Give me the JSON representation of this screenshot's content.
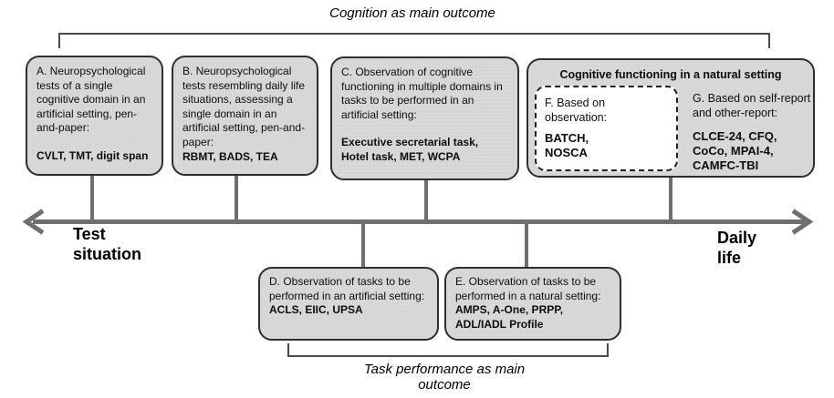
{
  "figure": {
    "top_bracket_label": "Cognition as main outcome",
    "bottom_bracket_label": "Task performance as main outcome",
    "axis": {
      "left_label": "Test situation",
      "right_label": "Daily life"
    },
    "boxes": {
      "a": {
        "description": "A. Neuropsychological tests of a single cognitive domain in an artificial setting, pen-and-paper:",
        "instruments": "CVLT, TMT, digit span"
      },
      "b": {
        "description": "B. Neuropsychological tests resembling daily life situations, assessing a single domain in an artificial setting, pen-and-paper:",
        "instruments": "RBMT, BADS, TEA"
      },
      "c": {
        "description": "C. Observation of cognitive functioning in multiple domains in tasks to be performed in an artificial setting:",
        "instruments": "Executive secretarial task, Hotel task, MET, WCPA"
      },
      "d": {
        "description": "D. Observation of tasks to be performed in an artificial setting:",
        "instruments": "ACLS, EIIC, UPSA"
      },
      "e": {
        "description": "E. Observation of tasks to be performed in a natural setting:",
        "instruments": "AMPS, A-One, PRPP, ADL/IADL Profile"
      },
      "natural_setting_group": {
        "title": "Cognitive functioning in a natural setting",
        "f": {
          "description": "F. Based on observation:",
          "instruments": "BATCH, NOSCA"
        },
        "g": {
          "description": "G. Based on self-report and other-report:",
          "instruments": "CLCE-24, CFQ, CoCo, MPAI-4, CAMFC-TBI"
        }
      }
    },
    "colors": {
      "box_fill": "#d8d8d8",
      "box_border": "#2e2e2e",
      "axis_gray": "#6f6f6f",
      "bracket_gray": "#4a4a4a",
      "f_box_fill": "#ffffff"
    }
  }
}
